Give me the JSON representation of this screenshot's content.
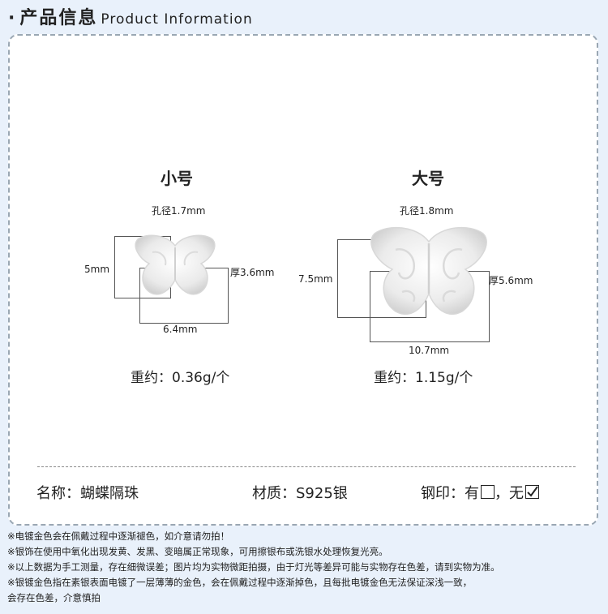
{
  "header": {
    "dot": "·",
    "title_cn": "产品信息",
    "title_en": "Product Information"
  },
  "small": {
    "title": "小号",
    "hole": "孔径1.7mm",
    "height": "5mm",
    "thickness": "厚3.6mm",
    "width": "6.4mm",
    "weight": "重约：0.36g/个"
  },
  "large": {
    "title": "大号",
    "hole": "孔径1.8mm",
    "height": "7.5mm",
    "thickness": "厚5.6mm",
    "width": "10.7mm",
    "weight": "重约：1.15g/个"
  },
  "specs": {
    "name": "名称：蝴蝶隔珠",
    "material": "材质：S925银",
    "stamp_label": "钢印：有",
    "stamp_mid": "，无"
  },
  "notes": [
    "※电镀金色会在佩戴过程中逐渐褪色，如介意请勿拍！",
    "※银饰在使用中氧化出现发黄、发黑、变暗属正常现象，可用擦银布或洗银水处理恢复光亮。",
    "※以上数据为手工测量，存在细微误差；图片均为实物微距拍摄，由于灯光等差异可能与实物存在色差，请到实物为准。",
    "※银镀金色指在素银表面电镀了一层薄薄的金色，会在佩戴过程中逐渐掉色，且每批电镀金色无法保证深浅一致，",
    "会存在色差，介意慎拍"
  ]
}
